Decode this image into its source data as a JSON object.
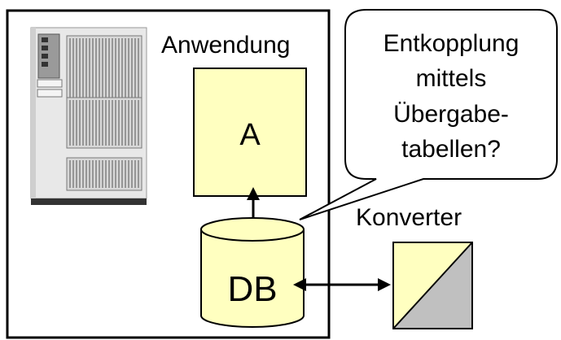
{
  "labels": {
    "application": "Anwendung",
    "app_box": "A",
    "database": "DB",
    "converter": "Konverter"
  },
  "callout": {
    "lines": [
      "Entkopplung",
      "mittels",
      "Übergabe-",
      "tabellen?"
    ]
  },
  "colors": {
    "box_fill": "#ffffc0",
    "converter_gray": "#c0c0c0",
    "server_body": "#e8e8e8",
    "server_base": "#333333"
  },
  "icons": {
    "server": "server-computer-icon",
    "database": "database-cylinder-icon",
    "converter": "converter-diagonal-box-icon"
  }
}
